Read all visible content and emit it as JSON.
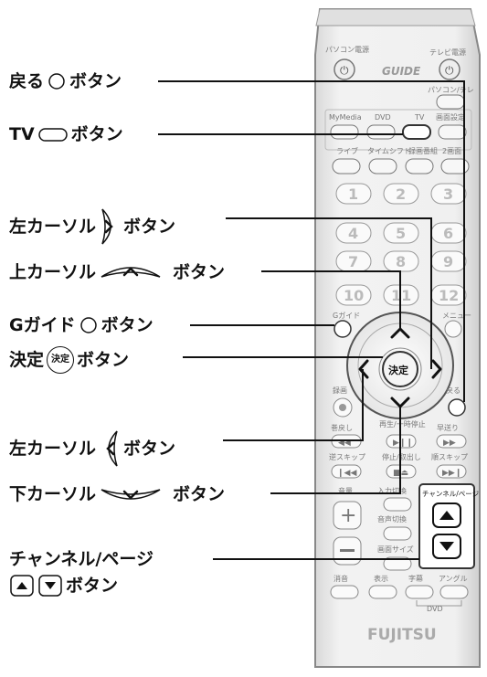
{
  "labels": {
    "back": {
      "prefix": "戻る",
      "suffix": "ボタン"
    },
    "tv": {
      "prefix": "TV",
      "suffix": "ボタン"
    },
    "right": {
      "prefix": "左カーソル",
      "suffix": "ボタン"
    },
    "up": {
      "prefix": "上カーソル",
      "suffix": "ボタン"
    },
    "gguide": {
      "prefix": "Gガイド",
      "suffix": "ボタン"
    },
    "enter": {
      "prefix": "決定",
      "icon_text": "決定",
      "suffix": "ボタン"
    },
    "left": {
      "prefix": "左カーソル",
      "suffix": "ボタン"
    },
    "down": {
      "prefix": "下カーソル",
      "suffix": "ボタン"
    },
    "channel": {
      "line1": "チャンネル/ページ",
      "suffix": "ボタン"
    }
  },
  "remote": {
    "power_pc": "パソコン電源",
    "power_tv": "テレビ電源",
    "guide_logo": "GUIDE",
    "pc_tv": "パソコン/テレ",
    "mymedia": "MyMedia",
    "dvd": "DVD",
    "tv": "TV",
    "screen_settings": "画面設定",
    "live": "ライブ",
    "timeshift": "タイムシフト",
    "rec_edit": "録画番組",
    "two_screen": "2画面",
    "numbers": [
      "1",
      "2",
      "3",
      "4",
      "5",
      "6",
      "7",
      "8",
      "9",
      "10",
      "11",
      "12"
    ],
    "gguide": "Gガイド",
    "menu": "メニュー",
    "enter": "決定",
    "record": "録画",
    "back": "戻る",
    "rewind": "巻戻し",
    "play_pause": "再生/一時停止",
    "fast_forward": "早送り",
    "skip_back": "逆スキップ",
    "stop_eject": "停止/取出し",
    "skip_forward": "順スキップ",
    "volume": "音量",
    "input_switch": "入力切換",
    "audio_switch": "音声切換",
    "screen_size": "画面サイズ",
    "channel_page": "チャンネル/ページ",
    "mute": "消音",
    "display": "表示",
    "subtitle": "字幕",
    "angle": "アングル",
    "dvd_bracket": "DVD",
    "brand": "FUJITSU"
  }
}
